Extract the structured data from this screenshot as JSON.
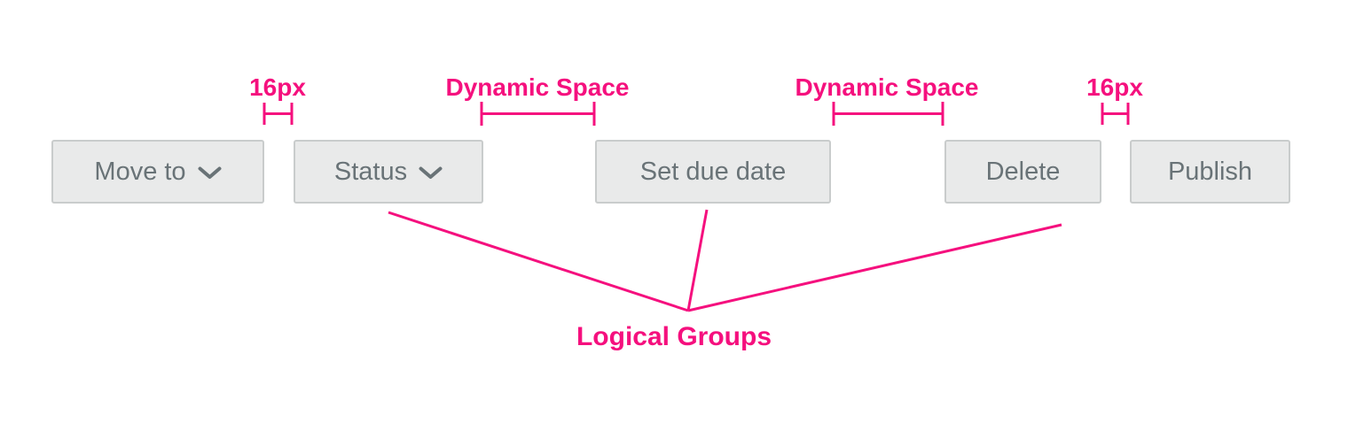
{
  "colors": {
    "annotation_pink": "#F5107E",
    "button_bg": "#E9EAEA",
    "button_border": "#C9CCCC",
    "button_text": "#697377",
    "canvas_bg": "#FFFFFF"
  },
  "toolbar": {
    "buttons": [
      {
        "label": "Move to",
        "chevron": true
      },
      {
        "label": "Status",
        "chevron": true
      },
      {
        "label": "Set due date",
        "chevron": false
      },
      {
        "label": "Delete",
        "chevron": false
      },
      {
        "label": "Publish",
        "chevron": false
      }
    ]
  },
  "annotations": {
    "spacing_labels": [
      {
        "text": "16px"
      },
      {
        "text": "Dynamic Space"
      },
      {
        "text": "Dynamic Space"
      },
      {
        "text": "16px"
      }
    ],
    "group_label": "Logical Groups"
  }
}
